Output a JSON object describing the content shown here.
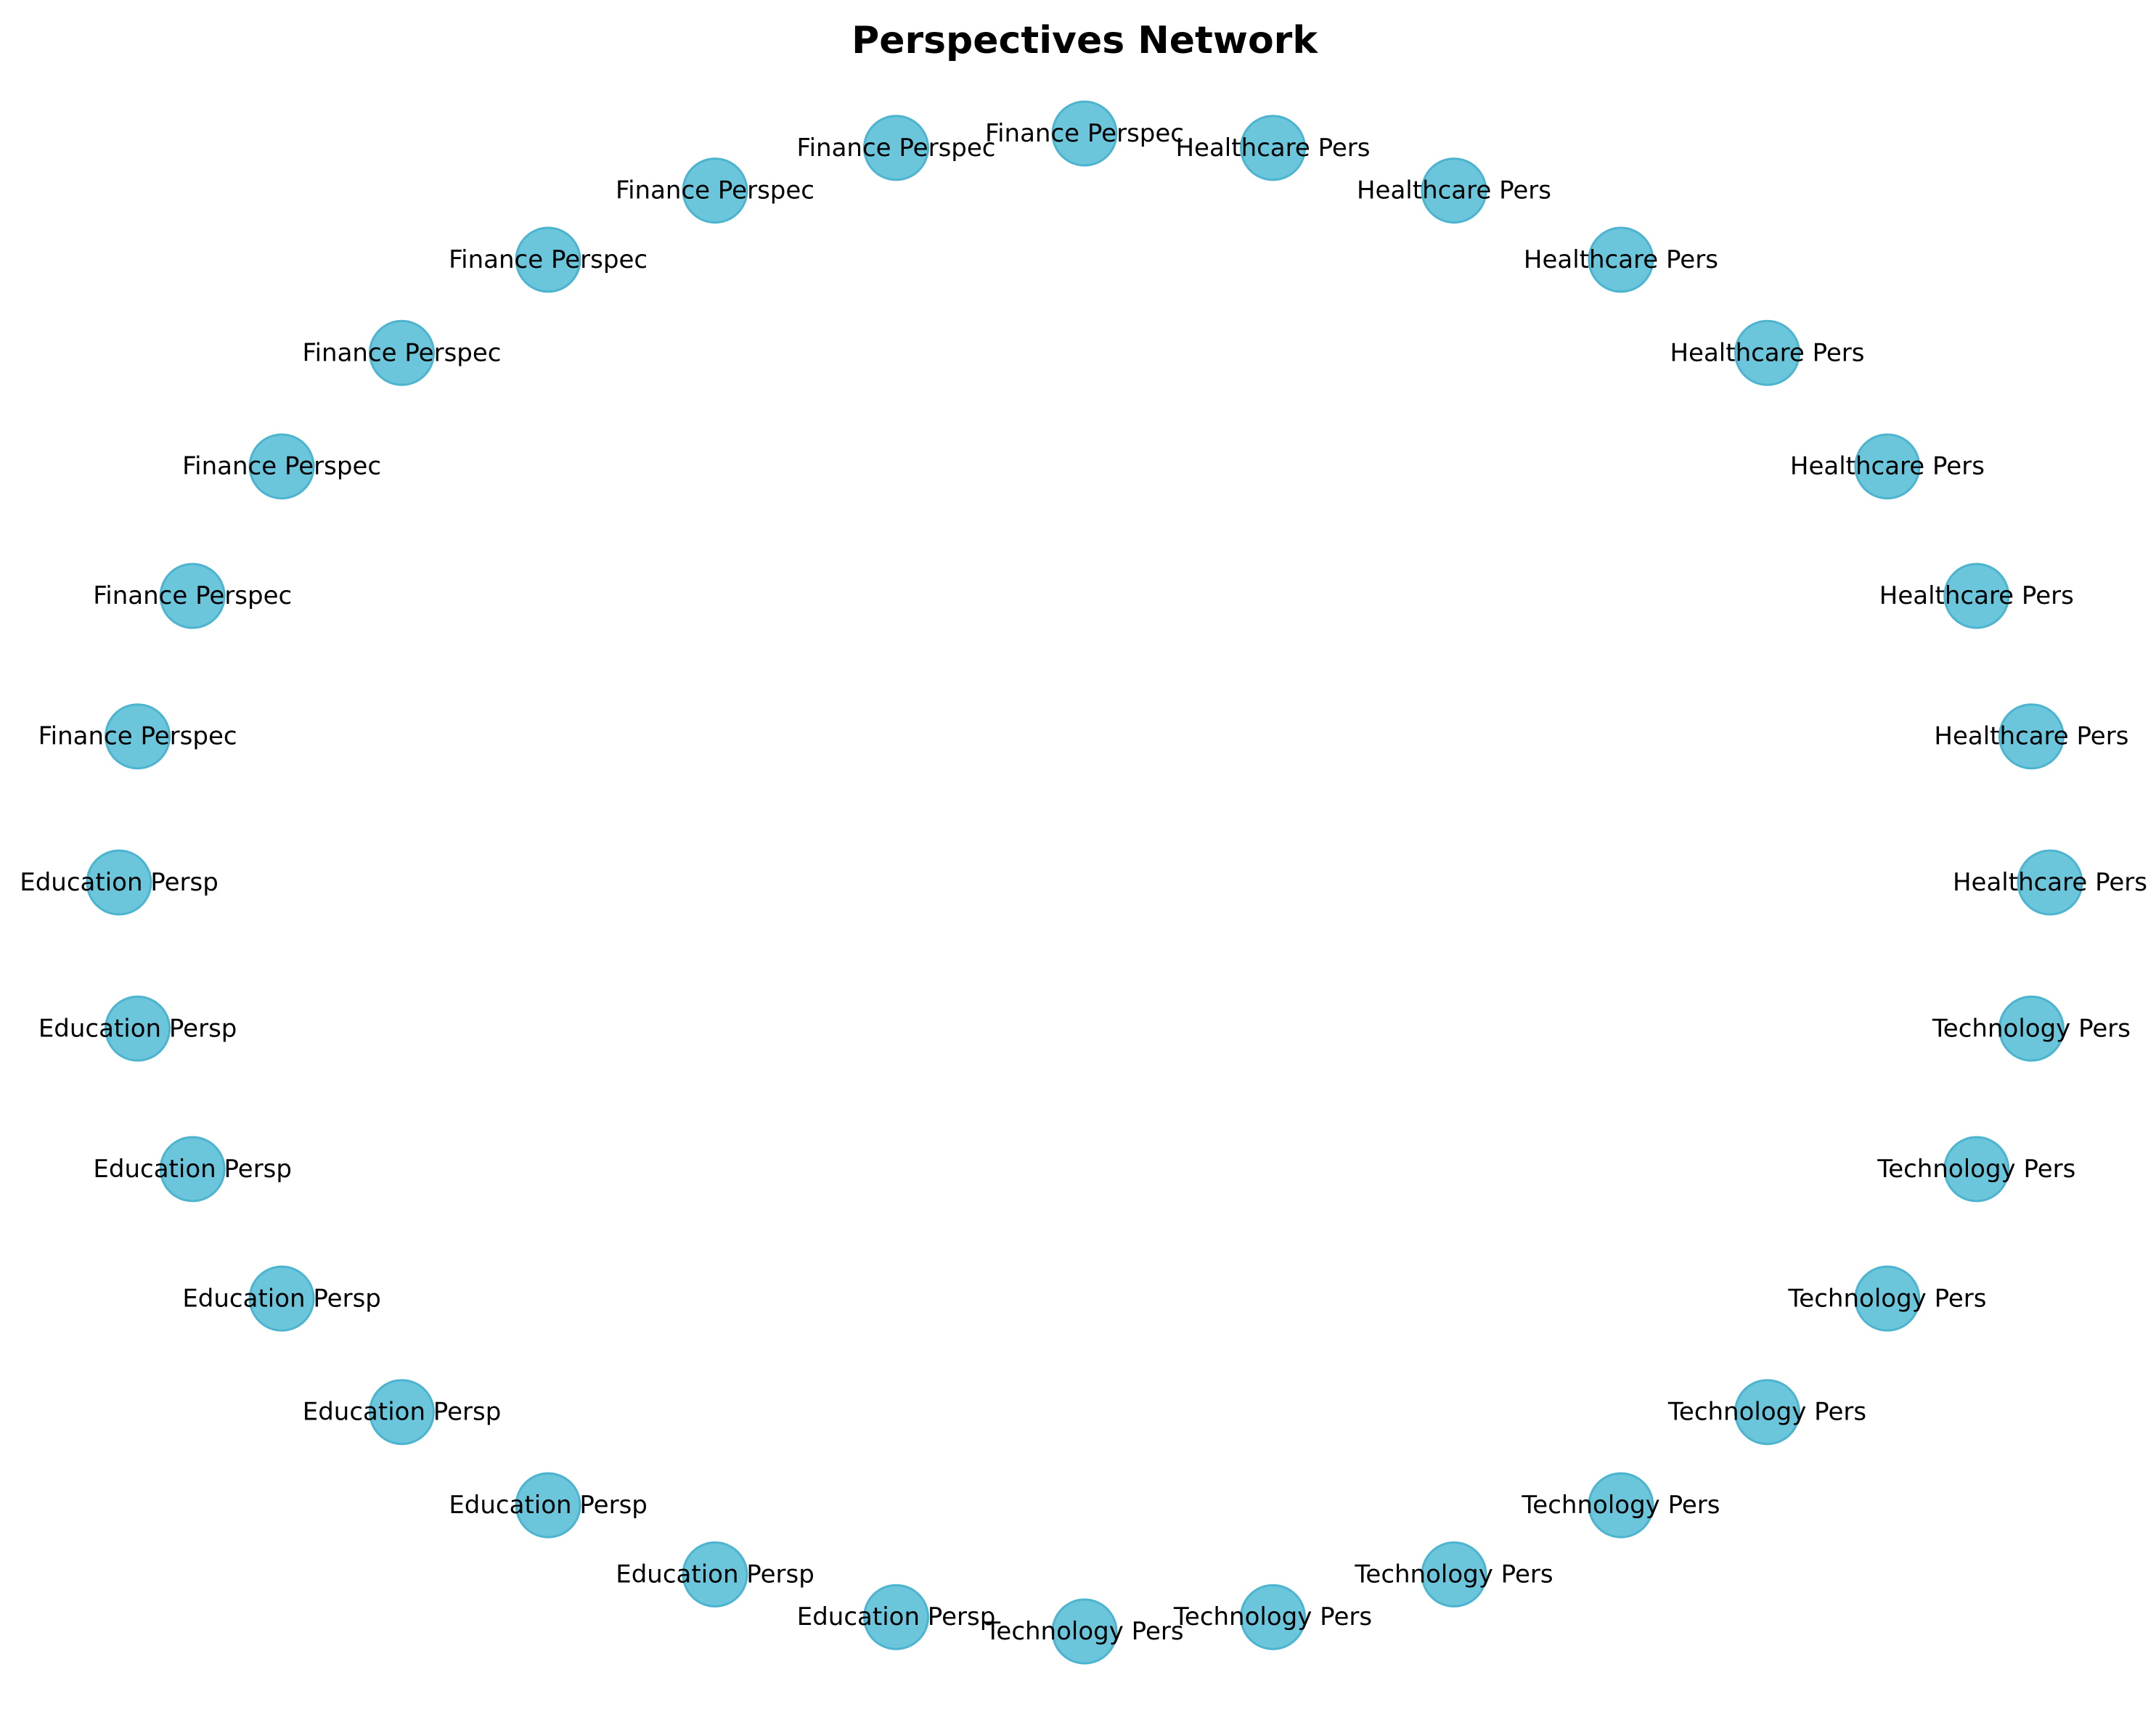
{
  "title": "Perspectives Network",
  "colors": {
    "node_fill": "#5bc0d8",
    "node_stroke": "#4cb4cf",
    "label": "#000000",
    "background": "#ffffff"
  },
  "nodes": [
    {
      "label": "Finance Perspec",
      "group": "finance"
    },
    {
      "label": "Finance Perspec",
      "group": "finance"
    },
    {
      "label": "Finance Perspec",
      "group": "finance"
    },
    {
      "label": "Finance Perspec",
      "group": "finance"
    },
    {
      "label": "Finance Perspec",
      "group": "finance"
    },
    {
      "label": "Finance Perspec",
      "group": "finance"
    },
    {
      "label": "Finance Perspec",
      "group": "finance"
    },
    {
      "label": "Finance Perspec",
      "group": "finance"
    },
    {
      "label": "Education Persp",
      "group": "education"
    },
    {
      "label": "Education Persp",
      "group": "education"
    },
    {
      "label": "Education Persp",
      "group": "education"
    },
    {
      "label": "Education Persp",
      "group": "education"
    },
    {
      "label": "Education Persp",
      "group": "education"
    },
    {
      "label": "Education Persp",
      "group": "education"
    },
    {
      "label": "Education Persp",
      "group": "education"
    },
    {
      "label": "Education Persp",
      "group": "education"
    },
    {
      "label": "Technology Pers",
      "group": "technology"
    },
    {
      "label": "Technology Pers",
      "group": "technology"
    },
    {
      "label": "Technology Pers",
      "group": "technology"
    },
    {
      "label": "Technology Pers",
      "group": "technology"
    },
    {
      "label": "Technology Pers",
      "group": "technology"
    },
    {
      "label": "Technology Pers",
      "group": "technology"
    },
    {
      "label": "Technology Pers",
      "group": "technology"
    },
    {
      "label": "Technology Pers",
      "group": "technology"
    },
    {
      "label": "Healthcare Pers",
      "group": "healthcare"
    },
    {
      "label": "Healthcare Pers",
      "group": "healthcare"
    },
    {
      "label": "Healthcare Pers",
      "group": "healthcare"
    },
    {
      "label": "Healthcare Pers",
      "group": "healthcare"
    },
    {
      "label": "Healthcare Pers",
      "group": "healthcare"
    },
    {
      "label": "Healthcare Pers",
      "group": "healthcare"
    },
    {
      "label": "Healthcare Pers",
      "group": "healthcare"
    },
    {
      "label": "Healthcare Pers",
      "group": "healthcare"
    }
  ]
}
